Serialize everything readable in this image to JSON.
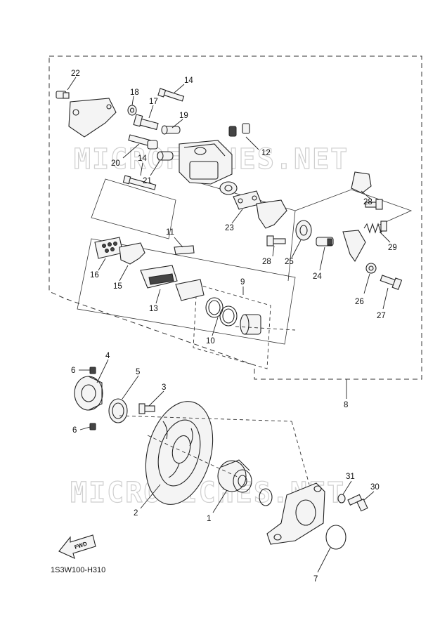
{
  "diagram": {
    "code": "1S3W100-H310",
    "watermark": "MICROFICHES.NET",
    "fwd_label": "FWD",
    "callouts": [
      {
        "id": "c22",
        "text": "22"
      },
      {
        "id": "c18",
        "text": "18"
      },
      {
        "id": "c14a",
        "text": "14"
      },
      {
        "id": "c17",
        "text": "17"
      },
      {
        "id": "c19",
        "text": "19"
      },
      {
        "id": "c12",
        "text": "12"
      },
      {
        "id": "c20",
        "text": "20"
      },
      {
        "id": "c14b",
        "text": "14"
      },
      {
        "id": "c21",
        "text": "21"
      },
      {
        "id": "c23",
        "text": "23"
      },
      {
        "id": "c28a",
        "text": "28"
      },
      {
        "id": "c11",
        "text": "11"
      },
      {
        "id": "c29",
        "text": "29"
      },
      {
        "id": "c28b",
        "text": "28"
      },
      {
        "id": "c25",
        "text": "25"
      },
      {
        "id": "c16",
        "text": "16"
      },
      {
        "id": "c15",
        "text": "15"
      },
      {
        "id": "c24",
        "text": "24"
      },
      {
        "id": "c9",
        "text": "9"
      },
      {
        "id": "c26",
        "text": "26"
      },
      {
        "id": "c27",
        "text": "27"
      },
      {
        "id": "c13",
        "text": "13"
      },
      {
        "id": "c10",
        "text": "10"
      },
      {
        "id": "c4",
        "text": "4"
      },
      {
        "id": "c6a",
        "text": "6"
      },
      {
        "id": "c5",
        "text": "5"
      },
      {
        "id": "c3",
        "text": "3"
      },
      {
        "id": "c8",
        "text": "8"
      },
      {
        "id": "c6b",
        "text": "6"
      },
      {
        "id": "c31",
        "text": "31"
      },
      {
        "id": "c30",
        "text": "30"
      },
      {
        "id": "c2",
        "text": "2"
      },
      {
        "id": "c1",
        "text": "1"
      },
      {
        "id": "c7",
        "text": "7"
      }
    ]
  }
}
